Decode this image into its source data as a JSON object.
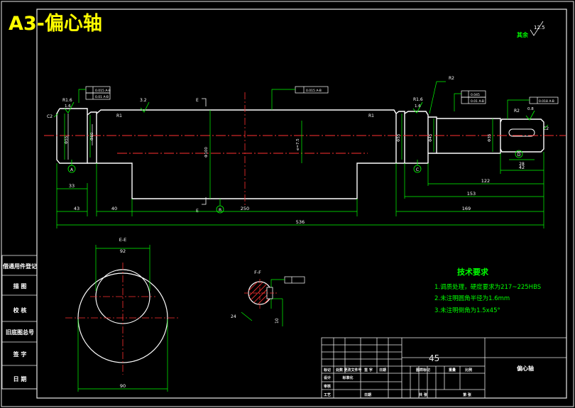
{
  "title": "A3-偏心轴",
  "roughness": {
    "value": "12.5",
    "label": "其余"
  },
  "dims": {
    "d43": "43",
    "d40": "40",
    "d250": "250",
    "d536": "536",
    "d169": "169",
    "d33": "33",
    "d153": "153",
    "d122": "122",
    "d42": "42",
    "d28": "28",
    "dia100": "Φ100",
    "dia92": "92",
    "dia90": "90"
  },
  "labels": {
    "r16a": "R1.6",
    "r16b": "R1.6",
    "r1a": "R1",
    "r1b": "R1",
    "r2a": "R2",
    "r2b": "R2",
    "v16a": "1.6",
    "v16b": "1.6",
    "v32": "3.2",
    "v08": "0.8",
    "e": "E",
    "ee": "E-E",
    "ff": "F-F",
    "c2a": "C2",
    "c2b": "C2",
    "tol1": "0.015 A-B",
    "tol2": "0.01 A-B",
    "tol3": "0.015 A-B",
    "tol4": "0.045",
    "tol5": "0.01 A-B",
    "tol6": "0.018 A-B",
    "datA": "A",
    "datB": "B",
    "datC": "C",
    "datD": "D",
    "dia_a": "Φ55",
    "dia_b": "Φ60",
    "dia_c": "Φ100",
    "dia_d": "Φ55",
    "dia_e": "Φ45",
    "dia_f": "Φ35",
    "ecc": "e=7.5",
    "ff1": "24",
    "ff2": "10"
  },
  "tech": {
    "heading": "技术要求",
    "line1": "1.调质处理，硬度要求为217~225HBS",
    "line2": "2.未注明圆角半径为1.6mm",
    "line3": "3.未注明倒角为1.5x45°"
  },
  "sidebar": [
    "借通用件登记",
    "描 图",
    "校 核",
    "旧底图总号",
    "签 字",
    "日 期"
  ],
  "titleblock": {
    "material": "45",
    "name": "偏心轴",
    "h1": "标记",
    "h2": "处数",
    "h3": "更改文件号",
    "h4": "签 字",
    "h5": "日期",
    "h6": "图样标记",
    "h7": "重量",
    "h8": "比例",
    "r1": "设计",
    "r2": "审核",
    "r3": "工艺",
    "r4": "标准化",
    "r5": "日期",
    "s1": "共 张",
    "s2": "第 张"
  }
}
